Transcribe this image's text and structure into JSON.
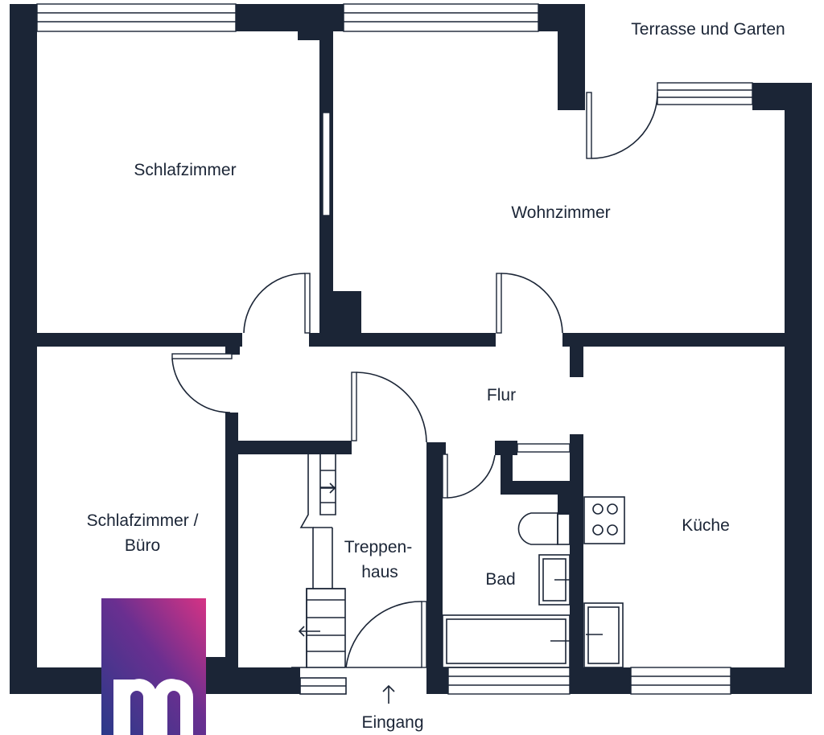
{
  "rooms": {
    "terrace": "Terrasse und Garten",
    "bedroom": "Schlafzimmer",
    "living": "Wohnzimmer",
    "hall": "Flur",
    "office_line1": "Schlafzimmer /",
    "office_line2": "Büro",
    "stair_line1": "Treppen-",
    "stair_line2": "haus",
    "bath": "Bad",
    "kitchen": "Küche",
    "entrance": "Eingang"
  },
  "colors": {
    "wall": "#1b2536",
    "logo_top": "#d63384",
    "logo_bottom": "#2e2f8a"
  },
  "logo": {
    "icon": "m-logo-icon"
  }
}
